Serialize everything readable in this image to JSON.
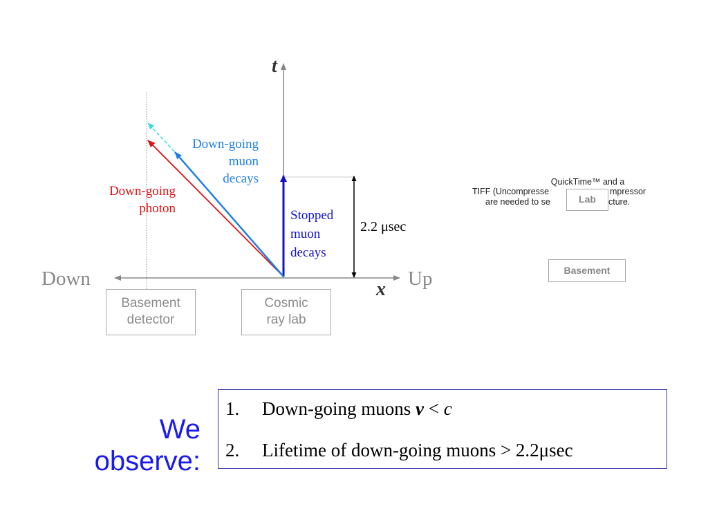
{
  "diagram": {
    "axis_t": "t",
    "axis_x": "x",
    "left_label": "Down",
    "right_label": "Up",
    "down_going_muon": [
      "Down-going",
      "muon",
      "decays"
    ],
    "down_going_photon": [
      "Down-going",
      "photon"
    ],
    "stopped_muon": [
      "Stopped",
      "muon",
      "decays"
    ],
    "lifetime": "2.2 μsec",
    "basement_detector": [
      "Basement",
      "detector"
    ],
    "cosmic_ray_lab": [
      "Cosmic",
      "ray lab"
    ]
  },
  "quicktime_placeholder": {
    "line1": "QuickTime™ and a",
    "line2a": "TIFF (Uncompresse",
    "line2b": "mpressor",
    "line3a": "are needed to se",
    "line3b": "cture.",
    "lab_label": "Lab",
    "basement_label": "Basement"
  },
  "observation": {
    "heading_line1": "We",
    "heading_line2": "observe:",
    "item1": {
      "num": "1.",
      "text": "Down-going muons ",
      "v": "v",
      "lt": " < ",
      "c": "c"
    },
    "item2": {
      "num": "2.",
      "text": "Lifetime of down-going muons > 2.2μsec"
    }
  },
  "colors": {
    "muon": "#1e7fe0",
    "photon": "#dd1111",
    "stopped": "#1111cc",
    "dashed": "#33dddd",
    "heading": "#1a1aee",
    "axis": "#888888"
  }
}
